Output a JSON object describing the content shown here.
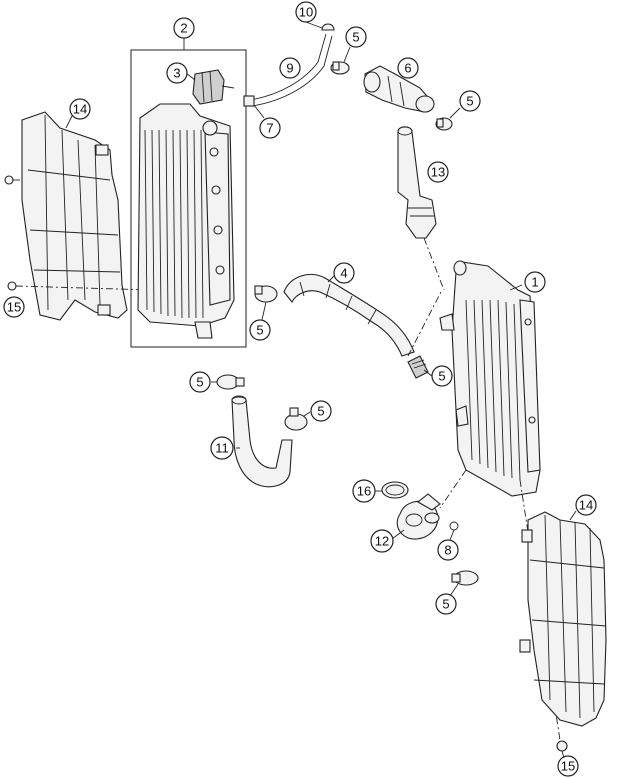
{
  "callouts": {
    "c1": "1",
    "c2": "2",
    "c3": "3",
    "c4": "4",
    "c5a": "5",
    "c5b": "5",
    "c5c": "5",
    "c5d": "5",
    "c5e": "5",
    "c5f": "5",
    "c5g": "5",
    "c6": "6",
    "c7": "7",
    "c8": "8",
    "c9": "9",
    "c10": "10",
    "c11": "11",
    "c12": "12",
    "c13": "13",
    "c14a": "14",
    "c14b": "14",
    "c15a": "15",
    "c15b": "15",
    "c16": "16"
  },
  "colors": {
    "line": "#222222",
    "part_fill": "#f3f3f3",
    "background": "#ffffff"
  }
}
